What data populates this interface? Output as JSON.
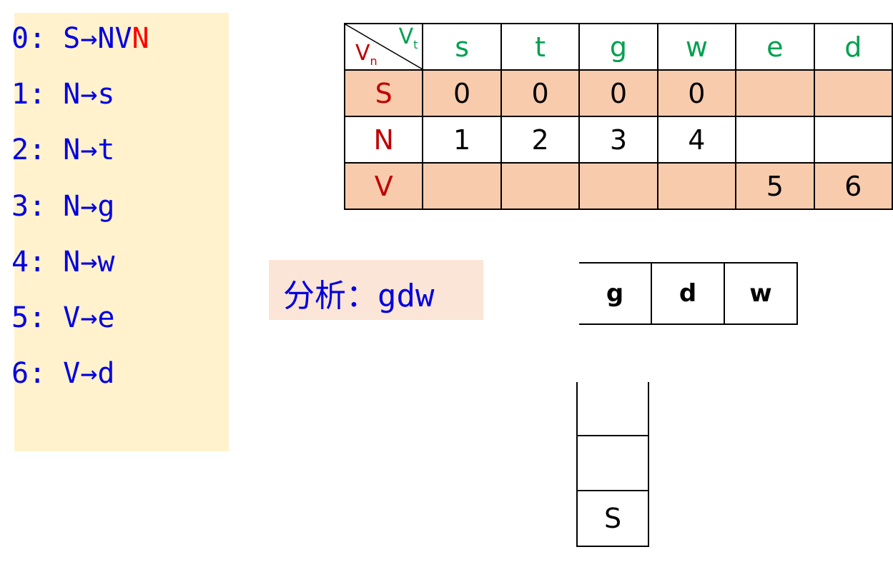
{
  "productions": [
    {
      "num": "0:",
      "lhs": "S",
      "rhs": "NV",
      "rhs_highlight": "N"
    },
    {
      "num": "1:",
      "lhs": "N",
      "rhs": "s",
      "rhs_highlight": ""
    },
    {
      "num": "2:",
      "lhs": "N",
      "rhs": "t",
      "rhs_highlight": ""
    },
    {
      "num": "3:",
      "lhs": "N",
      "rhs": "g",
      "rhs_highlight": ""
    },
    {
      "num": "4:",
      "lhs": "N",
      "rhs": "w",
      "rhs_highlight": ""
    },
    {
      "num": "5:",
      "lhs": "V",
      "rhs": "e",
      "rhs_highlight": ""
    },
    {
      "num": "6:",
      "lhs": "V",
      "rhs": "d",
      "rhs_highlight": ""
    }
  ],
  "arrow": "→",
  "table": {
    "corner_row_label": "V",
    "corner_row_sub": "n",
    "corner_col_label": "V",
    "corner_col_sub": "t",
    "terminals": [
      "s",
      "t",
      "g",
      "w",
      "e",
      "d"
    ],
    "rows": [
      {
        "nonterminal": "S",
        "cells": [
          "0",
          "0",
          "0",
          "0",
          "",
          ""
        ]
      },
      {
        "nonterminal": "N",
        "cells": [
          "1",
          "2",
          "3",
          "4",
          "",
          ""
        ]
      },
      {
        "nonterminal": "V",
        "cells": [
          "",
          "",
          "",
          "",
          "5",
          "6"
        ]
      }
    ]
  },
  "analyze": {
    "label": "分析：",
    "input": "gdw"
  },
  "tape": [
    "g",
    "d",
    "w"
  ],
  "stack": [
    "",
    "S"
  ],
  "colors": {
    "production_text": "#0000e0",
    "highlight": "#ff0000",
    "terminal": "#00a050",
    "nonterminal": "#c00000",
    "production_bg": "#fff2cc",
    "row_shade": "#f8cbad",
    "analyze_bg": "#fbe5d6"
  }
}
